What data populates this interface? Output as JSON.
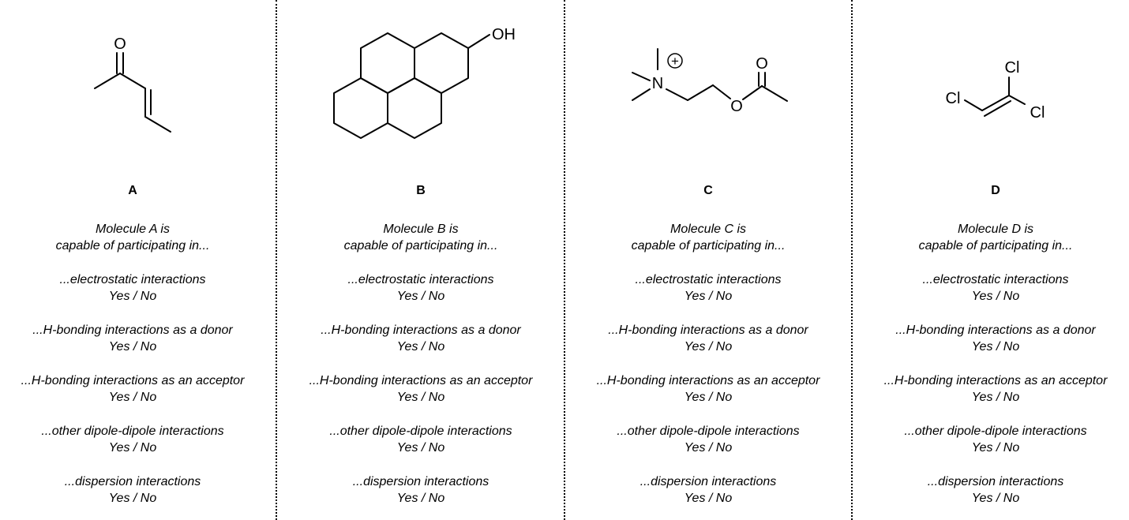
{
  "molecules": [
    {
      "label": "A",
      "intro_line1": "Molecule A is",
      "intro_line2": "capable of participating in...",
      "atoms": {
        "o": "O"
      }
    },
    {
      "label": "B",
      "intro_line1": "Molecule B is",
      "intro_line2": "capable of participating in...",
      "atoms": {
        "oh": "OH"
      }
    },
    {
      "label": "C",
      "intro_line1": "Molecule C is",
      "intro_line2": "capable of participating in...",
      "atoms": {
        "n": "N",
        "charge": "+",
        "o_ester": "O",
        "o_carbonyl": "O"
      }
    },
    {
      "label": "D",
      "intro_line1": "Molecule D is",
      "intro_line2": "capable of participating in...",
      "atoms": {
        "cl1": "Cl",
        "cl2": "Cl",
        "cl3": "Cl"
      }
    }
  ],
  "questions": [
    {
      "text": "...electrostatic interactions",
      "answer": "Yes / No"
    },
    {
      "text": "...H-bonding interactions as a donor",
      "answer": "Yes / No"
    },
    {
      "text": "...H-bonding interactions as an acceptor",
      "answer": "Yes / No"
    },
    {
      "text": "...other dipole-dipole interactions",
      "answer": "Yes / No"
    },
    {
      "text": "...dispersion interactions",
      "answer": "Yes / No"
    }
  ]
}
